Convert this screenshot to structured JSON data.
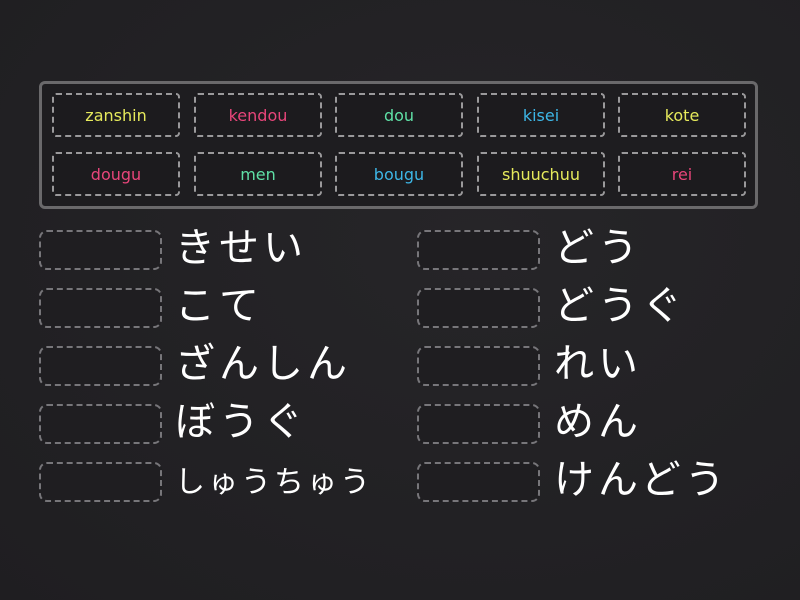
{
  "tile_bank": {
    "tiles": [
      {
        "text": "zanshin",
        "color": "#e6ea5c"
      },
      {
        "text": "kendou",
        "color": "#e8457a"
      },
      {
        "text": "dou",
        "color": "#5fe0a6"
      },
      {
        "text": "kisei",
        "color": "#3db6e6"
      },
      {
        "text": "kote",
        "color": "#e6ea5c"
      },
      {
        "text": "dougu",
        "color": "#e8457a"
      },
      {
        "text": "men",
        "color": "#5fe0a6"
      },
      {
        "text": "bougu",
        "color": "#3db6e6"
      },
      {
        "text": "shuuchuu",
        "color": "#e6ea5c"
      },
      {
        "text": "rei",
        "color": "#e8457a"
      }
    ]
  },
  "targets": {
    "left": [
      {
        "label": "きせい"
      },
      {
        "label": "こて"
      },
      {
        "label": "ざんしん"
      },
      {
        "label": "ぼうぐ"
      },
      {
        "label": "しゅうちゅう"
      }
    ],
    "right": [
      {
        "label": "どう"
      },
      {
        "label": "どうぐ"
      },
      {
        "label": "れい"
      },
      {
        "label": "めん"
      },
      {
        "label": "けんどう"
      }
    ]
  }
}
